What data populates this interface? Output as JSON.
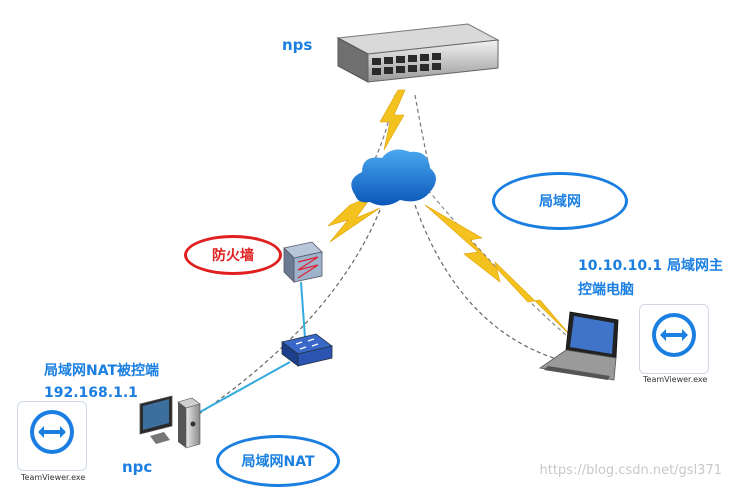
{
  "nodes": {
    "nps_label": "nps",
    "npc_label": "npc",
    "controlled_title": "局域网NAT被控端",
    "controlled_ip": "192.168.1.1",
    "master_line1": "10.10.10.1 局域网主",
    "master_line2": "控端电脑"
  },
  "ovals": {
    "firewall": "防火墙",
    "lan": "局域网",
    "lan_nat": "局域网NAT"
  },
  "apps": {
    "left_caption": "TeamViewer.exe",
    "right_caption": "TeamViewer.exe"
  },
  "watermark": "https://blog.csdn.net/gsl371",
  "colors": {
    "accent_blue": "#1a7fe0",
    "firewall_red": "#e02020",
    "lightning": "#f4c21f",
    "cable": "#33aadd"
  },
  "icons": [
    "server-icon",
    "cloud-icon",
    "firewall-icon",
    "switch-icon",
    "desktop-pc-icon",
    "laptop-icon",
    "teamviewer-icon",
    "lightning-icon"
  ]
}
